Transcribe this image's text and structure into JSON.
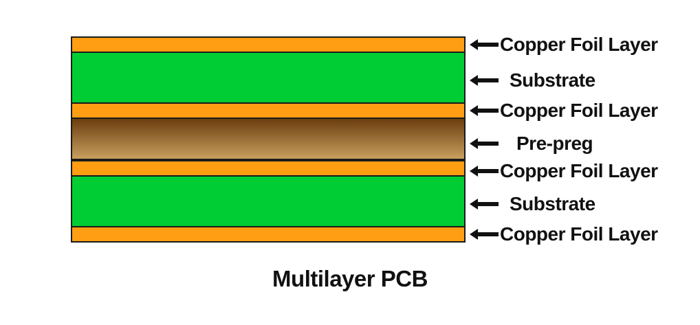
{
  "diagram": {
    "caption": "Multilayer PCB",
    "colors": {
      "copper": "#FF9E12",
      "substrate": "#00CC33",
      "prepreg_top": "#6B3D0F",
      "prepreg_bottom": "#C89F5E",
      "outline": "#1A1A1A"
    },
    "layers": [
      {
        "material": "copper",
        "label": "Copper Foil Layer"
      },
      {
        "material": "substrate",
        "label": "Substrate"
      },
      {
        "material": "copper",
        "label": "Copper Foil Layer"
      },
      {
        "material": "prepreg",
        "label": "Pre-preg"
      },
      {
        "material": "copper",
        "label": "Copper Foil Layer"
      },
      {
        "material": "substrate",
        "label": "Substrate"
      },
      {
        "material": "copper",
        "label": "Copper Foil Layer"
      }
    ]
  }
}
